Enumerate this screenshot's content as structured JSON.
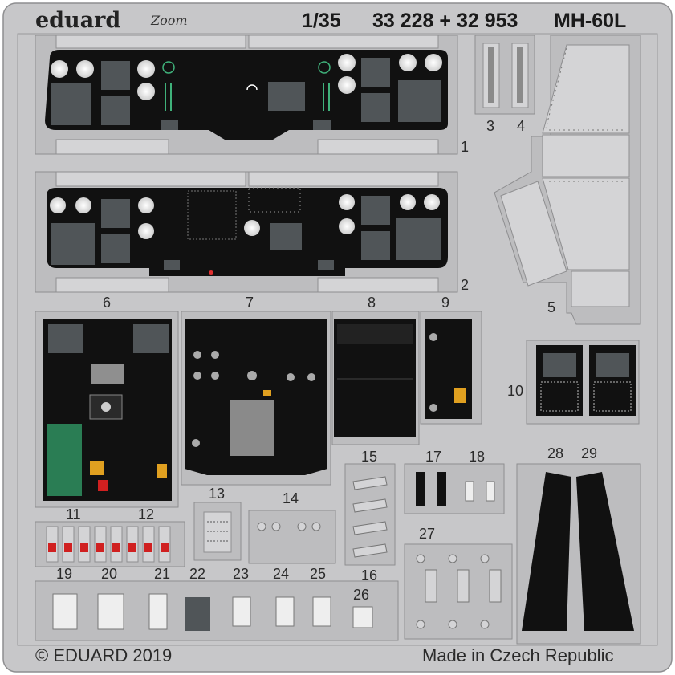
{
  "header": {
    "brand": "eduard",
    "brand_sub": "Zoom",
    "scale": "1/35",
    "codes": "33 228 + 32 953",
    "model": "MH-60L"
  },
  "parts": [
    "1",
    "2",
    "3",
    "4",
    "5",
    "6",
    "7",
    "8",
    "9",
    "10",
    "11",
    "12",
    "13",
    "14",
    "15",
    "16",
    "17",
    "18",
    "19",
    "20",
    "21",
    "22",
    "23",
    "24",
    "25",
    "26",
    "27",
    "28",
    "29"
  ],
  "footer": {
    "copyright": "© EDUARD 2019",
    "origin": "Made in Czech Republic"
  },
  "colors": {
    "fret": "#c7c7c9",
    "fret_edge": "#8e8e90",
    "panel": "#111111",
    "screen": "#505558",
    "text": "#2a2a2a"
  }
}
